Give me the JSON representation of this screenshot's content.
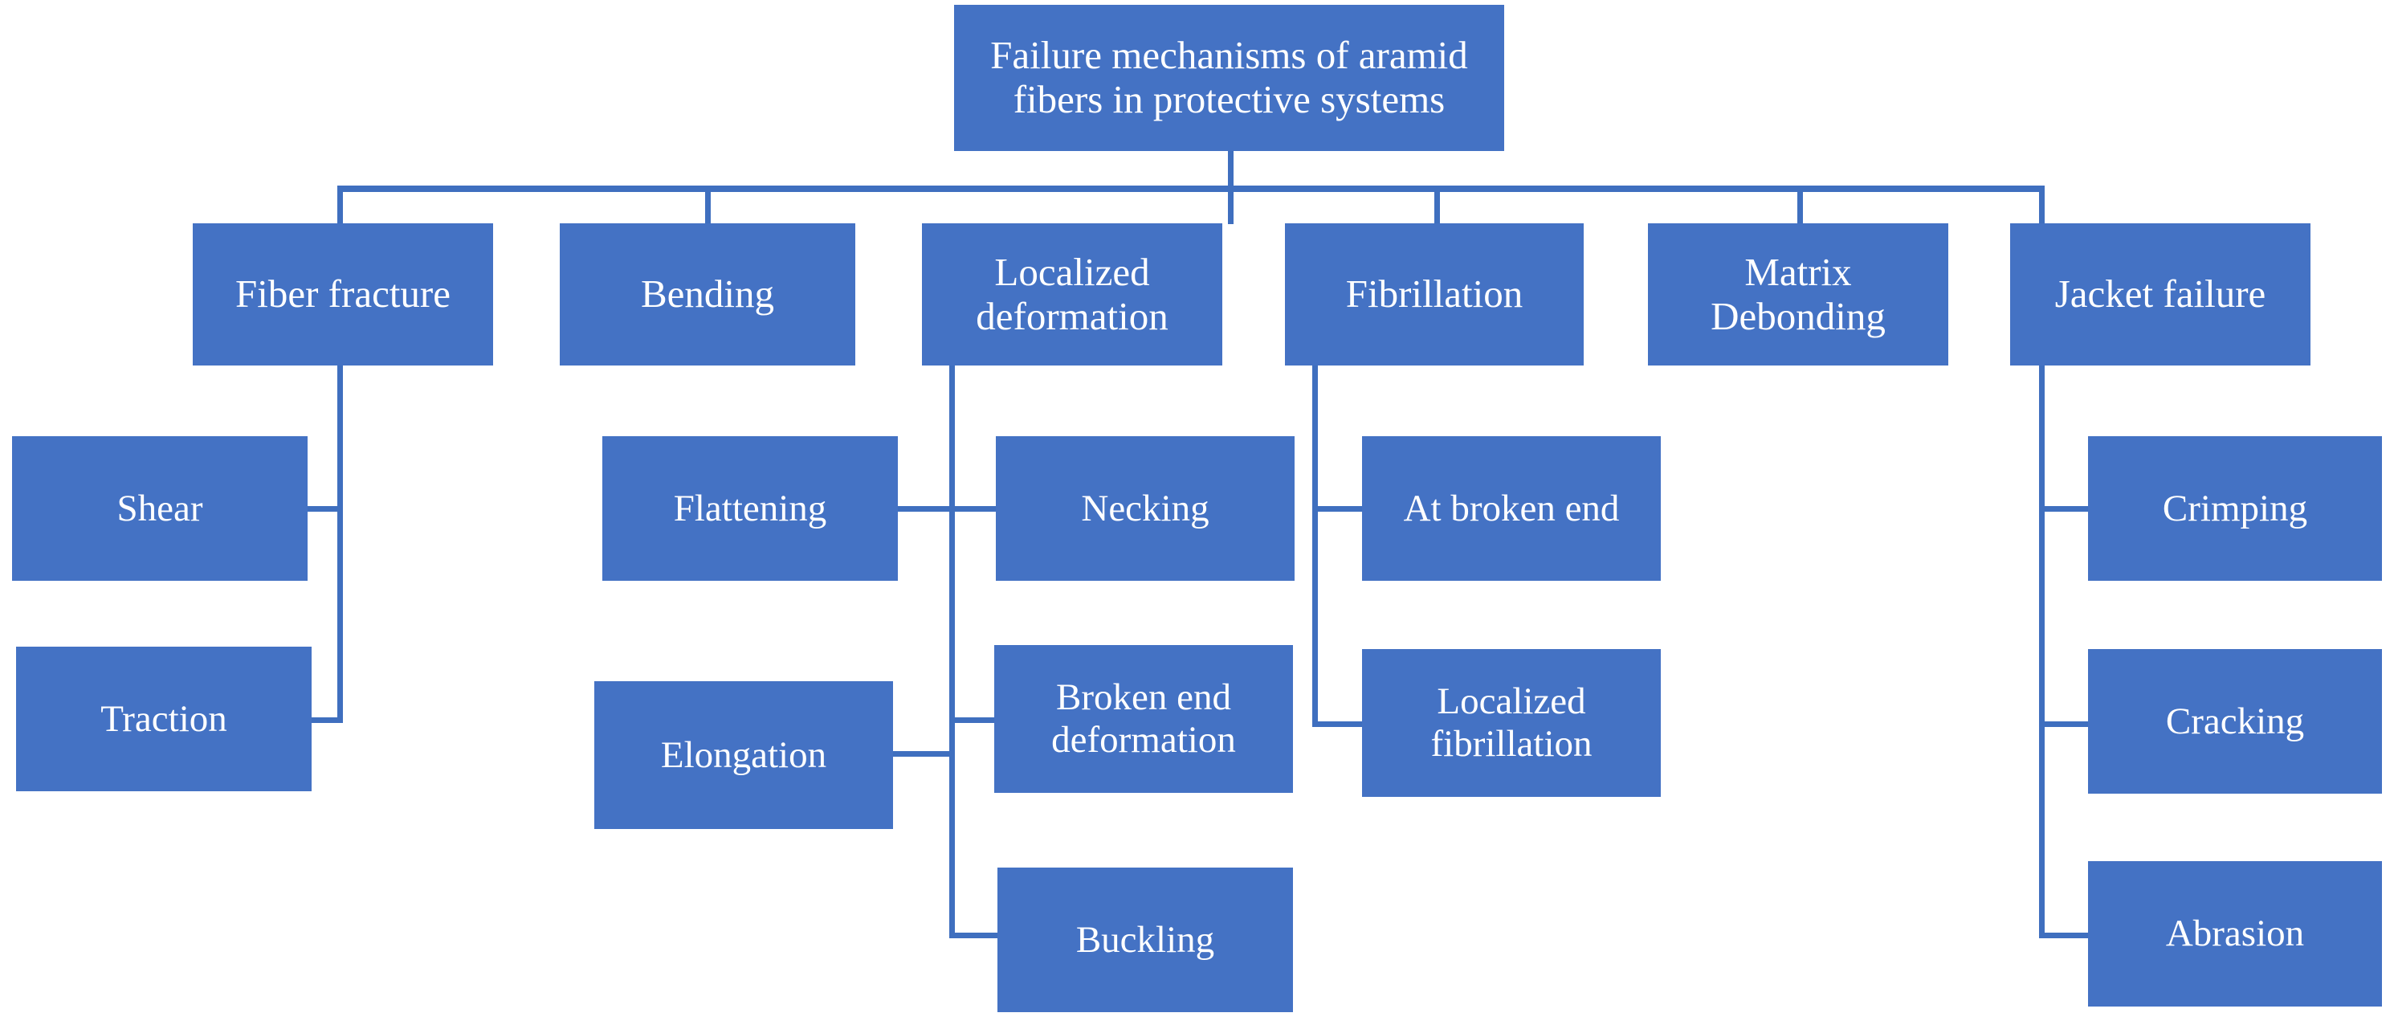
{
  "diagram": {
    "title": "Failure mechanisms of aramid fibers in protective systems",
    "type": "hierarchy-tree",
    "accent_color": "#4472C4",
    "connector_color": "#3F6FBF",
    "text_color": "#FFFFFF",
    "background_color": "#FFFFFF",
    "root": {
      "label": "Failure mechanisms of aramid fibers in protective systems"
    },
    "branches": [
      {
        "label": "Fiber fracture",
        "children": [
          {
            "label": "Shear"
          },
          {
            "label": "Traction"
          }
        ]
      },
      {
        "label": "Bending",
        "children": [
          {
            "label": "Flattening"
          },
          {
            "label": "Elongation"
          }
        ]
      },
      {
        "label": "Localized deformation",
        "children": [
          {
            "label": "Necking"
          },
          {
            "label": "Broken end deformation"
          },
          {
            "label": "Buckling"
          }
        ]
      },
      {
        "label": "Fibrillation",
        "children": [
          {
            "label": "At broken end"
          },
          {
            "label": "Localized fibrillation"
          }
        ]
      },
      {
        "label": "Matrix Debonding",
        "children": []
      },
      {
        "label": "Jacket failure",
        "children": [
          {
            "label": "Crimping"
          },
          {
            "label": "Cracking"
          },
          {
            "label": "Abrasion"
          }
        ]
      }
    ]
  }
}
